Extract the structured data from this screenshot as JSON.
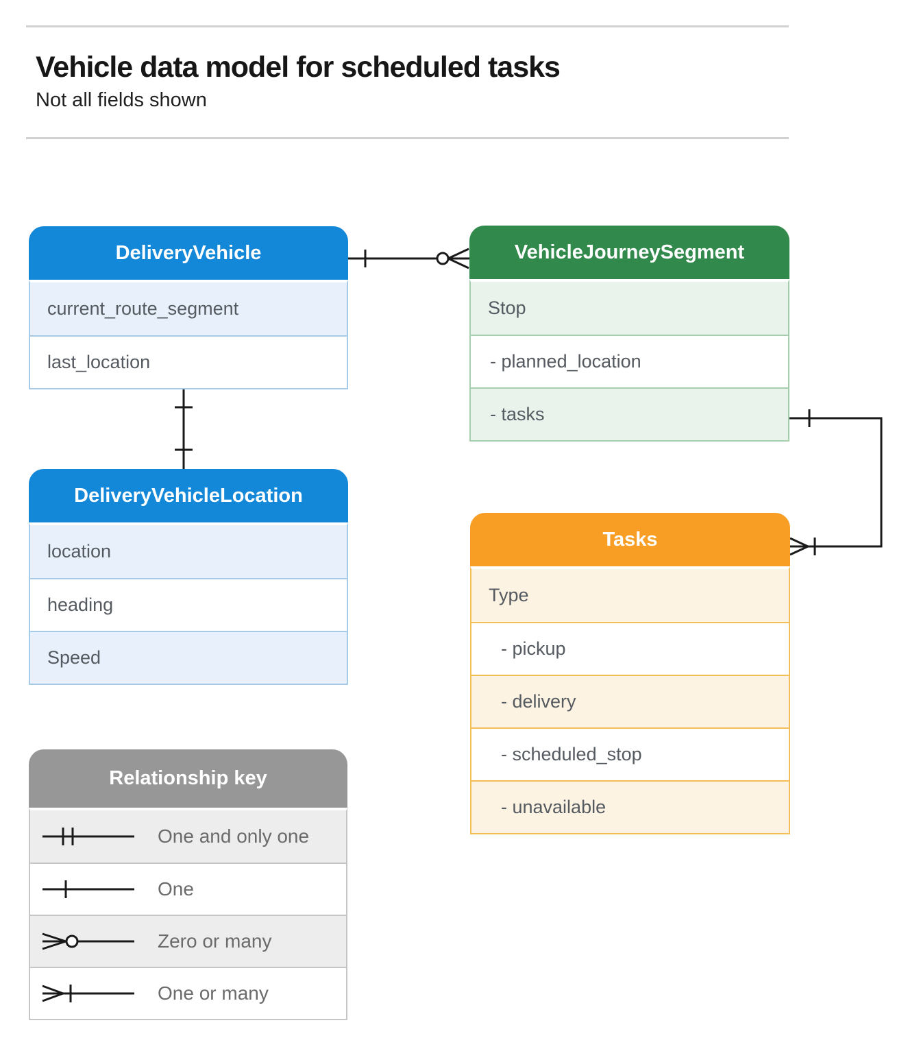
{
  "page": {
    "title": "Vehicle data model for scheduled tasks",
    "subtitle": "Not all fields shown"
  },
  "colors": {
    "blue_header": "#1388d8",
    "blue_row": "#e8f1fb",
    "green_header": "#318a4b",
    "green_row": "#e9f3ec",
    "orange_header": "#f89e25",
    "orange_row": "#fdf3e2",
    "gray_header": "#979797",
    "gray_row": "#ededed",
    "line": "#1a1a1a",
    "divider": "#d2d2d2"
  },
  "entities": {
    "delivery_vehicle": {
      "title": "DeliveryVehicle",
      "fields": [
        "current_route_segment",
        "last_location"
      ]
    },
    "vehicle_journey_segment": {
      "title": "VehicleJourneySegment",
      "fields": [
        "Stop",
        "- planned_location",
        "- tasks"
      ]
    },
    "delivery_vehicle_location": {
      "title": "DeliveryVehicleLocation",
      "fields": [
        "location",
        "heading",
        "Speed"
      ]
    },
    "tasks": {
      "title": "Tasks",
      "fields": [
        "Type",
        "- pickup",
        "- delivery",
        "- scheduled_stop",
        "- unavailable"
      ]
    }
  },
  "relationships": [
    {
      "from": "DeliveryVehicle",
      "to": "VehicleJourneySegment",
      "from_cardinality": "one",
      "to_cardinality": "zero-or-many"
    },
    {
      "from": "DeliveryVehicle",
      "to": "DeliveryVehicleLocation",
      "from_cardinality": "one",
      "to_cardinality": "one"
    },
    {
      "from": "VehicleJourneySegment",
      "to": "Tasks",
      "from_cardinality": "one",
      "to_cardinality": "one-or-many"
    }
  ],
  "legend": {
    "title": "Relationship key",
    "items": [
      {
        "symbol": "one-and-only-one",
        "label": "One and only one"
      },
      {
        "symbol": "one",
        "label": "One"
      },
      {
        "symbol": "zero-or-many",
        "label": "Zero or many"
      },
      {
        "symbol": "one-or-many",
        "label": "One or many"
      }
    ]
  }
}
